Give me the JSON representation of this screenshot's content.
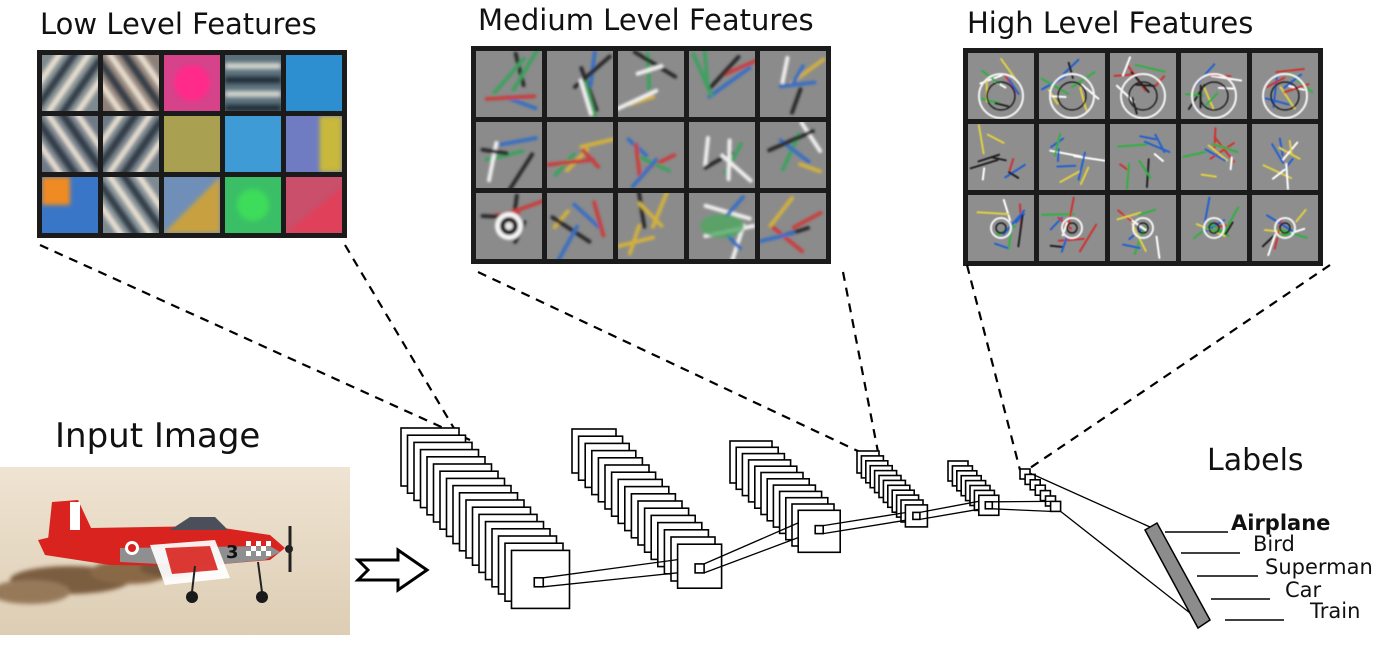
{
  "titles": {
    "low": "Low Level Features",
    "medium": "Medium Level Features",
    "high": "High Level Features",
    "input": "Input Image",
    "labels": "Labels"
  },
  "labels": [
    "Airplane",
    "Bird",
    "Superman",
    "Car",
    "Train"
  ],
  "highlighted_label": "Airplane",
  "input_image": {
    "subject": "red and white propeller airplane",
    "tail_number": "3"
  },
  "colors": {
    "line": "#000000",
    "feature_grid_border": "#1b1b1b",
    "feature_bg_gray": "#8b8b8b",
    "output_bar": "#8c8c8c",
    "sky": "#e8dcc8",
    "plane_red": "#d8231e"
  },
  "icons": {
    "arrow": "hollow-right-arrow-icon"
  }
}
